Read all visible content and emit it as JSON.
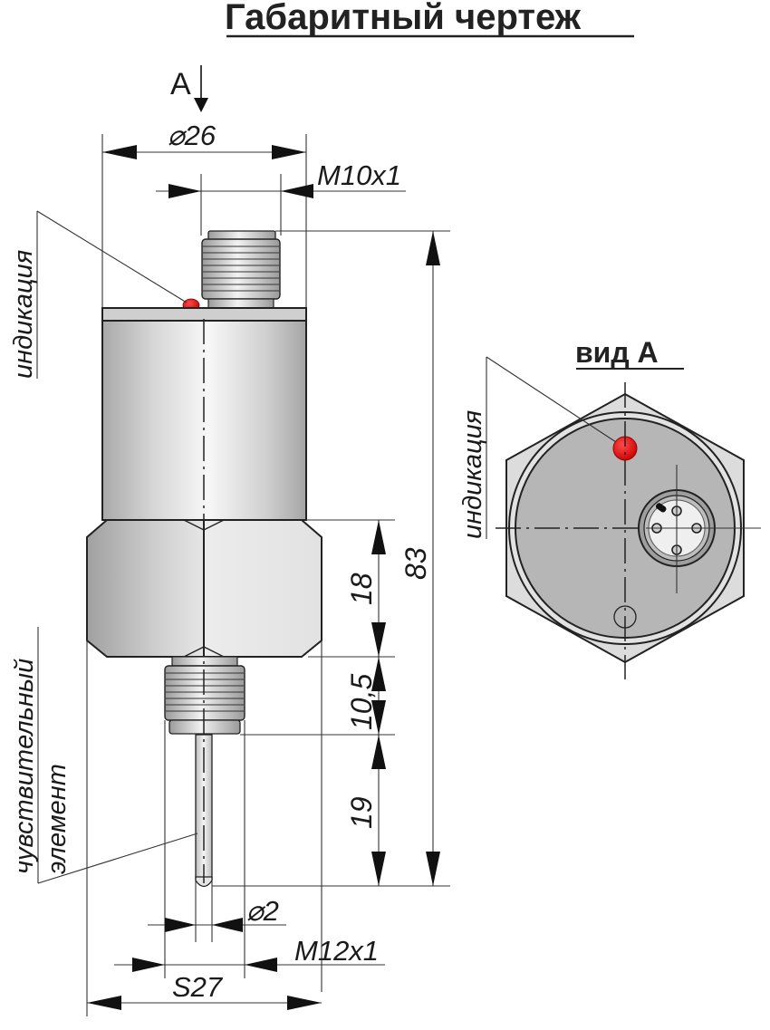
{
  "title": "Габаритный чертеж",
  "view_marker": "A",
  "view_label": "вид А",
  "dimensions": {
    "body_diameter": "⌀26",
    "connector_thread": "M10x1",
    "total_length": "83",
    "hex_height": "18",
    "thread_length": "10,5",
    "probe_length": "19",
    "probe_diameter": "⌀2",
    "mount_thread": "M12x1",
    "hex_size": "S27"
  },
  "callouts": {
    "indicator_side": "индикация",
    "indicator_view": "индикация",
    "sensing_element_line1": "чувствительный",
    "sensing_element_line2": "элемент"
  },
  "colors": {
    "indicator_led": "#e01010",
    "body_gray": "#c8c8c8",
    "view_face_gray": "#b4b4b4"
  }
}
